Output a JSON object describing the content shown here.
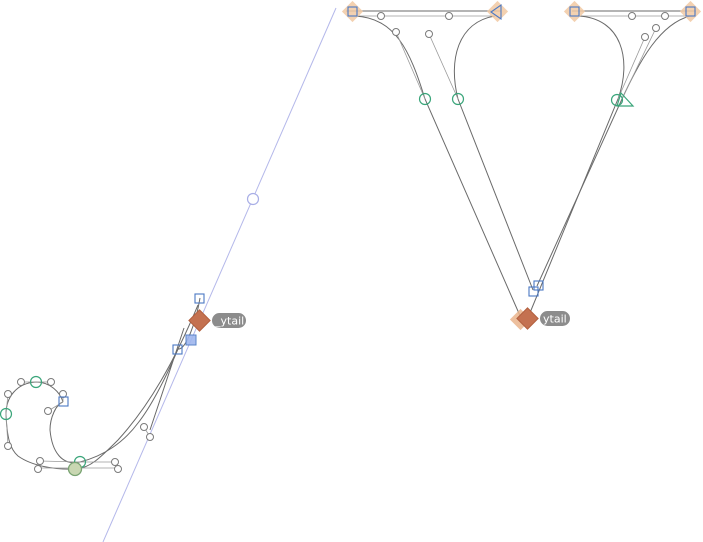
{
  "editor": {
    "anchors": [
      {
        "name": "ytail",
        "label": "_ytail"
      },
      {
        "name": "ytail",
        "label": "ytail"
      }
    ],
    "colors": {
      "outline": "#6a6a6a",
      "anchor": "#c47150",
      "anchor_tag": "#8c8c8c",
      "smooth_node": "#3aa57a",
      "corner_node": "#4a78c4",
      "guide": "#b4b8ea",
      "start_highlight": "#f1c9a3"
    },
    "tools": {
      "node_icons": [
        "smooth-node-icon",
        "corner-node-icon",
        "offcurve-handle-icon",
        "start-point-arrow-icon"
      ]
    }
  }
}
